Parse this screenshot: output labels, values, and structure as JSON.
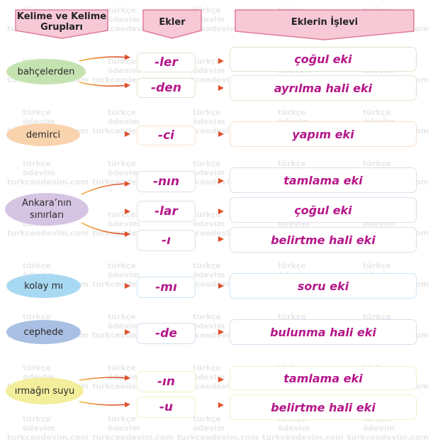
{
  "headers": {
    "words": "Kelime ve Kelime Grupları",
    "words_line1": "Kelime ve Kelime",
    "words_line2": "Grupları",
    "suffixes": "Ekler",
    "functions": "Eklerin İşlevi"
  },
  "colors": {
    "header_fill": "#f7c9d6",
    "header_border": "#e07a98",
    "suffix_text": "#b5178a",
    "arrow": "#e0502a"
  },
  "groups": [
    {
      "word": "bahçelerden",
      "color": "#c5e3b0",
      "rows": [
        {
          "suffix": "-ler",
          "function": "çoğul eki"
        },
        {
          "suffix": "-den",
          "function": "ayrılma hali eki"
        }
      ]
    },
    {
      "word": "demirci",
      "color": "#f9d3ae",
      "rows": [
        {
          "suffix": "-ci",
          "function": "yapım eki"
        }
      ]
    },
    {
      "word": "Ankara’nın sınırları",
      "word_line1": "Ankara’nın",
      "word_line2": "sınırları",
      "color": "#d6c4e3",
      "rows": [
        {
          "suffix": "-nın",
          "function": "tamlama eki"
        },
        {
          "suffix": "-lar",
          "function": "çoğul eki"
        },
        {
          "suffix": "-ı",
          "function": "belirtme hali eki"
        }
      ]
    },
    {
      "word": "kolay mı",
      "color": "#a8d9f2",
      "rows": [
        {
          "suffix": "-mı",
          "function": "soru eki"
        }
      ]
    },
    {
      "word": "cephede",
      "color": "#a9bfe3",
      "rows": [
        {
          "suffix": "-de",
          "function": "bulunma hali eki"
        }
      ]
    },
    {
      "word": "ırmağın suyu",
      "color": "#f3ee9c",
      "rows": [
        {
          "suffix": "-ın",
          "function": "tamlama eki"
        },
        {
          "suffix": "-u",
          "function": "belirtme hali eki"
        }
      ]
    }
  ],
  "watermark": {
    "line1": "türkçe",
    "line2": "ödevim",
    "url": "turkceodevim.com"
  }
}
